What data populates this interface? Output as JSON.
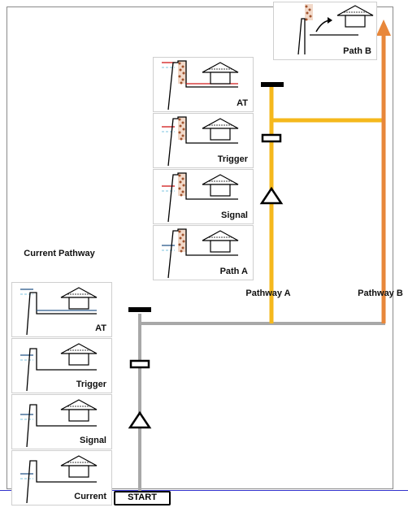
{
  "pathways": {
    "current": {
      "heading": "Current Pathway",
      "start_label": "START",
      "panels": [
        "AT",
        "Trigger",
        "Signal",
        "Current"
      ]
    },
    "a": {
      "label": "Pathway A",
      "panels": [
        "AT",
        "Trigger",
        "Signal",
        "Path A"
      ]
    },
    "b": {
      "label": "Pathway B",
      "panels": [
        "Path B"
      ]
    }
  },
  "colors": {
    "current": "#a8a8a8",
    "pathway_a": "#f5b81c",
    "pathway_b": "#e8873a",
    "threshold_red": "#d11a1a",
    "water_blue": "#2b5a8c"
  }
}
